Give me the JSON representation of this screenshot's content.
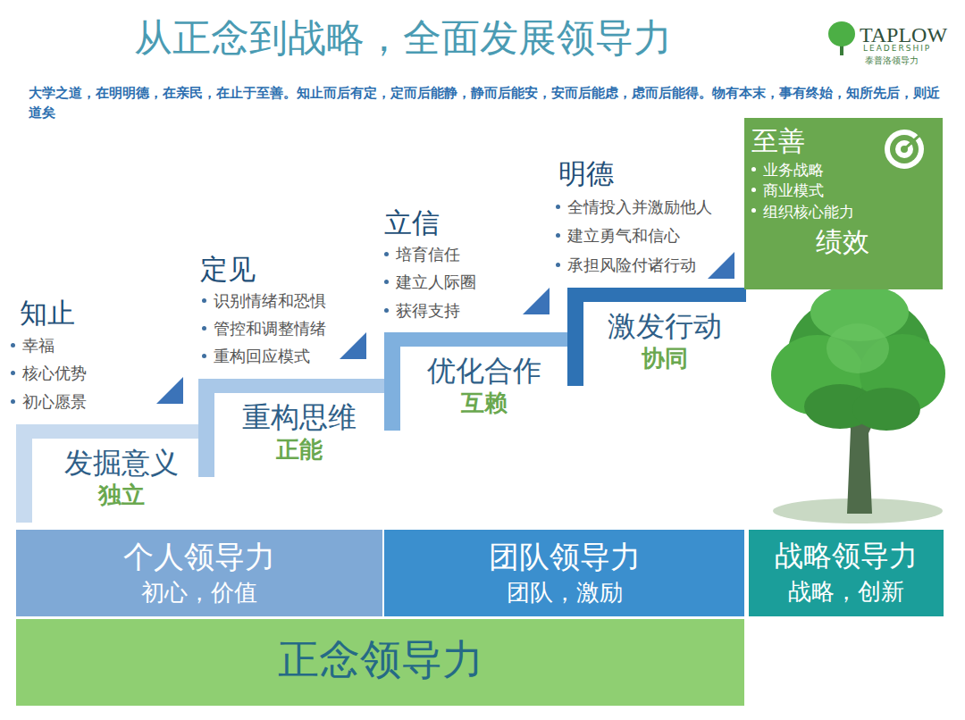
{
  "diagram": {
    "title": "从正念到战略，全面发展领导力",
    "nodes": [
      {
        "text": [
          "发掘意义",
          "独立"
        ]
      },
      {
        "text": [
          "重构思维",
          "正能"
        ]
      },
      {
        "text": [
          "优化合作",
          "互赖"
        ]
      },
      {
        "text": [
          "激发行动",
          "协同"
        ]
      },
      {
        "text": [
          "至善",
          "业务战略",
          "商业模式",
          "组织核心能力",
          "绩效"
        ]
      },
      {
        "text": [
          "个人领导力",
          "初心，价值"
        ]
      },
      {
        "text": [
          "团队领导力",
          "团队，激励"
        ]
      },
      {
        "text": [
          "战略领导力",
          "战略，创新"
        ]
      },
      {
        "text": [
          "正念领导力"
        ]
      }
    ],
    "labels": [
      "TAPLOW",
      "LEADERSHIP",
      "泰普洛领导力",
      "大学之道，在明明德，在亲民，在止于至善。知止而后有定，定而后能静，静而后能安，安而后能虑，虑而后能得。物有本末，事有终始，知所先后，则近道矣",
      "知止",
      "幸福",
      "核心优势",
      "初心愿景",
      "定见",
      "识别情绪和恐惧",
      "管控和调整情绪",
      "重构回应模式",
      "立信",
      "培育信任",
      "建立人际圈",
      "获得支持",
      "明德",
      "全情投入并激励他人",
      "建立勇气和信心",
      "承担风险付诸行动"
    ]
  }
}
